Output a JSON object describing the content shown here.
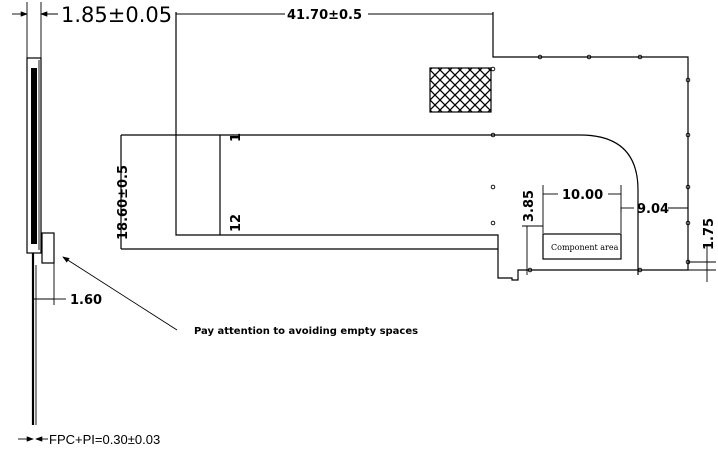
{
  "dimensions": {
    "total_thickness": "1.85±0.05",
    "length": "41.70±0.5",
    "height": "18.60±0.5",
    "component_width": "10.00",
    "component_offset": "3.85",
    "bend_offset": "9.04",
    "edge_offset": "1.75",
    "stiffener_thickness": "1.60"
  },
  "pins": {
    "first": "1",
    "last": "12"
  },
  "labels": {
    "component_area": "Component area",
    "note": "Pay attention to avoiding empty spaces",
    "fpc_thickness": "FPC+PI=0.30±0.03"
  }
}
